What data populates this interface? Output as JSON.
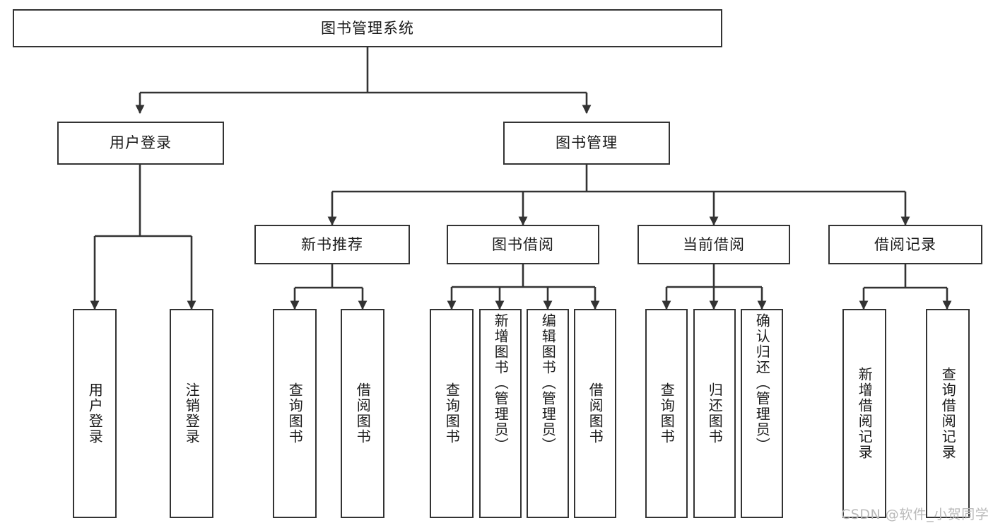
{
  "diagram": {
    "title": "图书管理系统",
    "type": "hierarchy-tree",
    "background_color": "#ffffff",
    "line_color": "#333333",
    "box_fill": "#ffffff",
    "text_color": "#1a1a1a"
  },
  "root": {
    "label": "图书管理系统"
  },
  "level2": [
    {
      "label": "用户登录"
    },
    {
      "label": "图书管理"
    }
  ],
  "level3": [
    {
      "label": "新书推荐"
    },
    {
      "label": "图书借阅"
    },
    {
      "label": "当前借阅"
    },
    {
      "label": "借阅记录"
    }
  ],
  "leaves": {
    "user_login": [
      {
        "label": "用户登录"
      },
      {
        "label": "注销登录"
      }
    ],
    "new_book_recommend": [
      {
        "label": "查询图书"
      },
      {
        "label": "借阅图书"
      }
    ],
    "book_borrow": [
      {
        "label": "查询图书"
      },
      {
        "label": "新增图书（管理员）"
      },
      {
        "label": "编辑图书（管理员）"
      },
      {
        "label": "借阅图书"
      }
    ],
    "current_borrow": [
      {
        "label": "查询图书"
      },
      {
        "label": "归还图书"
      },
      {
        "label": "确认归还（管理员）"
      }
    ],
    "borrow_record": [
      {
        "label": "新增借阅记录"
      },
      {
        "label": "查询借阅记录"
      }
    ]
  },
  "watermark": {
    "text": "CSDN @软件_小贺同学",
    "color": "#b9b9b9"
  }
}
